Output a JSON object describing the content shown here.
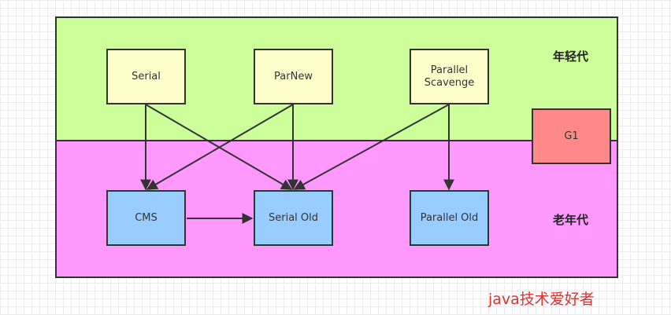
{
  "regions": {
    "young": {
      "label": "年轻代"
    },
    "old": {
      "label": "老年代"
    }
  },
  "collectors": {
    "serial": "Serial",
    "parnew": "ParNew",
    "parallel_scavenge": "Parallel\nScavenge",
    "g1": "G1",
    "cms": "CMS",
    "serial_old": "Serial Old",
    "parallel_old": "Parallel Old"
  },
  "edges": [
    {
      "from": "Serial",
      "to": "CMS"
    },
    {
      "from": "Serial",
      "to": "Serial Old"
    },
    {
      "from": "ParNew",
      "to": "CMS"
    },
    {
      "from": "ParNew",
      "to": "Serial Old"
    },
    {
      "from": "Parallel Scavenge",
      "to": "Serial Old"
    },
    {
      "from": "Parallel Scavenge",
      "to": "Parallel Old"
    },
    {
      "from": "CMS",
      "to": "Serial Old"
    }
  ],
  "colors": {
    "young_region": "#ccff99",
    "old_region": "#ff99ff",
    "young_collector": "#ffffcc",
    "old_collector": "#99ccff",
    "g1": "#ff8888",
    "watermark": "#e03030"
  },
  "watermark": "java技术爱好者"
}
